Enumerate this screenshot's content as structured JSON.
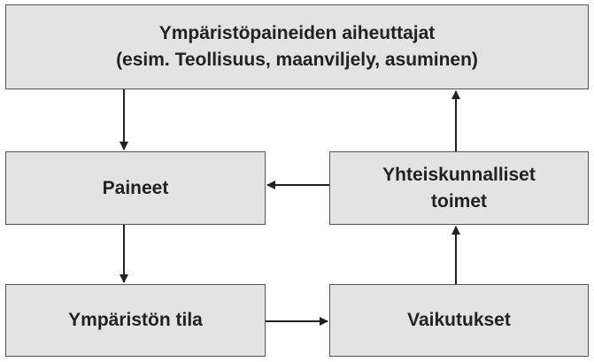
{
  "boxes": {
    "drivers": {
      "line1": "Ympäristöpaineiden aiheuttajat",
      "line2": "(esim. Teollisuus, maanviljely, asuminen)"
    },
    "pressures": {
      "line1": "Paineet"
    },
    "state": {
      "line1": "Ympäristön tila"
    },
    "impacts": {
      "line1": "Vaikutukset"
    },
    "responses": {
      "line1": "Yhteiskunnalliset",
      "line2": "toimet"
    }
  },
  "colors": {
    "box_fill": "#e3e3e3",
    "box_border": "#555555",
    "text": "#222222",
    "arrow": "#222222"
  }
}
